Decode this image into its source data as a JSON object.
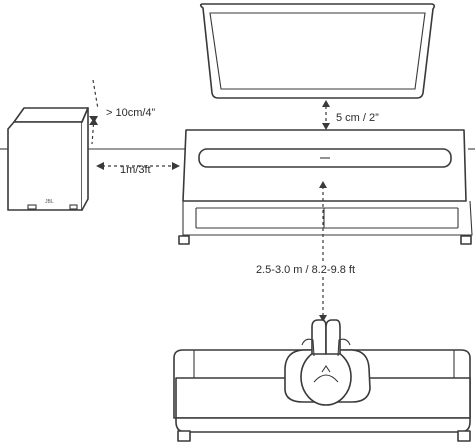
{
  "labels": {
    "side_clearance": "> 10cm/4”",
    "sub_distance": "1m/3ft",
    "tv_gap": "5 cm / 2”",
    "viewing_distance": "2.5-3.0 m / 8.2-9.8 ft"
  },
  "objects": {
    "tv": "tv-icon",
    "tv_stand": "tv-stand-icon",
    "soundbar": "soundbar-icon",
    "subwoofer": "subwoofer-icon",
    "subwoofer_logo": "JBL",
    "sofa": "sofa-icon",
    "listener": "person-icon"
  },
  "colors": {
    "line": "#3a3a3a",
    "background": "#ffffff"
  }
}
